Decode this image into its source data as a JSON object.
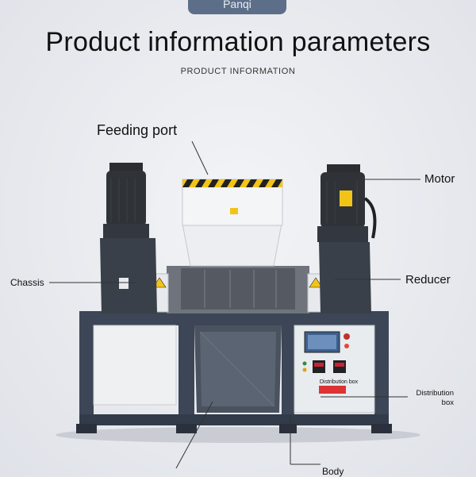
{
  "brand": "Panqi",
  "title": "Product information parameters",
  "subtitle": "PRODUCT INFORMATION",
  "labels": {
    "feeding_port": "Feeding port",
    "motor": "Motor",
    "chassis": "Chassis",
    "reducer": "Reducer",
    "distribution_box_line1": "Distribution",
    "distribution_box_line2": "box",
    "body": "Body",
    "panel_caption": "Distribution box"
  },
  "colors": {
    "frame": "#3c4656",
    "motor": "#2f3338",
    "hazard_yellow": "#f2c418",
    "panel": "#e9ecef"
  }
}
